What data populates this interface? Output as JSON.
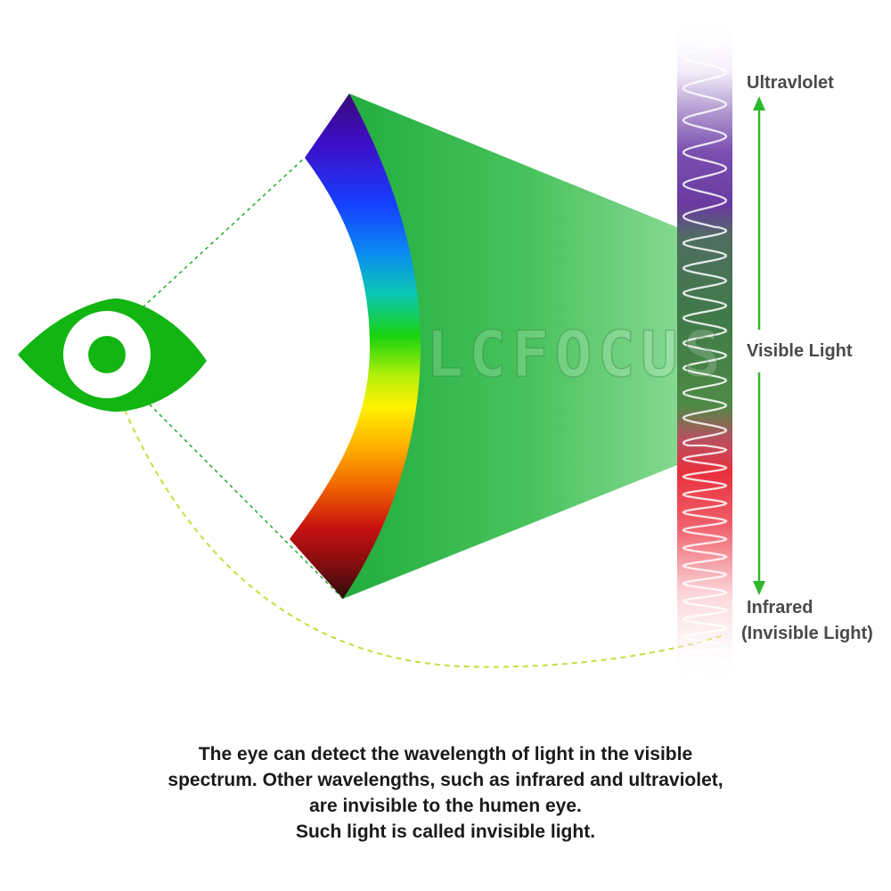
{
  "labels": {
    "ultraviolet": "Ultravlolet",
    "visible_light": "Visible Light",
    "infrared": "Infrared",
    "invisible_light": "(Invisible Light)"
  },
  "watermark": "LCFOCUS",
  "caption": {
    "line1": "The eye can detect the wavelength of light in the visible",
    "line2": "spectrum. Other wavelengths, such as infrared and ultraviolet,",
    "line3": "are invisible to the humen eye.",
    "line4": "Such light is called invisible light."
  },
  "colors": {
    "eye_green": "#12b512",
    "beam_green": "#35b84a",
    "arrow_green": "#2db82d",
    "dashed_curve": "#c8dc3c",
    "ultraviolet_band": "#6a3aa0",
    "visible_band": "#4c8a4c",
    "infrared_band": "#e8303c",
    "label_gray": "#4a4a4a"
  },
  "icons": {
    "eye": "eye-icon",
    "arrow_up": "arrow-up-icon",
    "arrow_down": "arrow-down-icon"
  }
}
